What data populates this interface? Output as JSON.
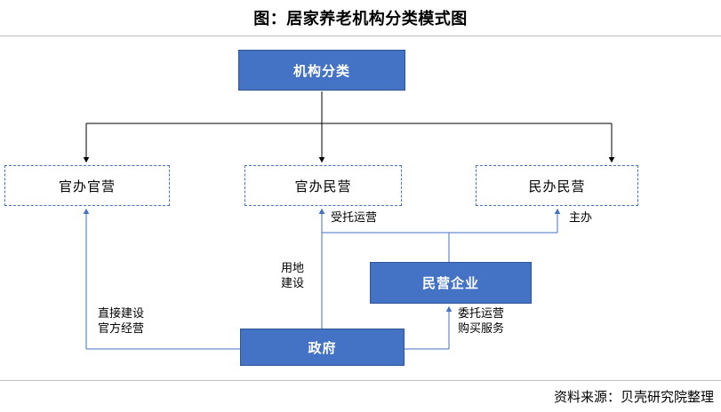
{
  "header": {
    "title": "图：居家养老机构分类模式图"
  },
  "footer": {
    "source": "资料来源：贝壳研究院整理"
  },
  "colors": {
    "node_fill": "#4472C4",
    "node_border": "#2F5597",
    "dashed_border": "#4472C4",
    "arrow_blue": "#4472C4",
    "arrow_black": "#000000",
    "rule": "#BFBFBF"
  },
  "diagram": {
    "type": "flowchart",
    "nodes": {
      "root": {
        "label": "机构分类",
        "style": "filled"
      },
      "cat_left": {
        "label": "官办官营",
        "style": "dashed"
      },
      "cat_mid": {
        "label": "官办民营",
        "style": "dashed"
      },
      "cat_right": {
        "label": "民办民营",
        "style": "dashed"
      },
      "enterprise": {
        "label": "民营企业",
        "style": "filled"
      },
      "government": {
        "label": "政府",
        "style": "filled"
      }
    },
    "edge_labels": {
      "entrusted_operation": "受托运营",
      "host": "主办",
      "land_construction_line1": "用地",
      "land_construction_line2": "建设",
      "direct_build_line1": "直接建设",
      "direct_build_line2": "官方经营",
      "commission_line1": "委托运营",
      "commission_line2": "购买服务"
    }
  }
}
